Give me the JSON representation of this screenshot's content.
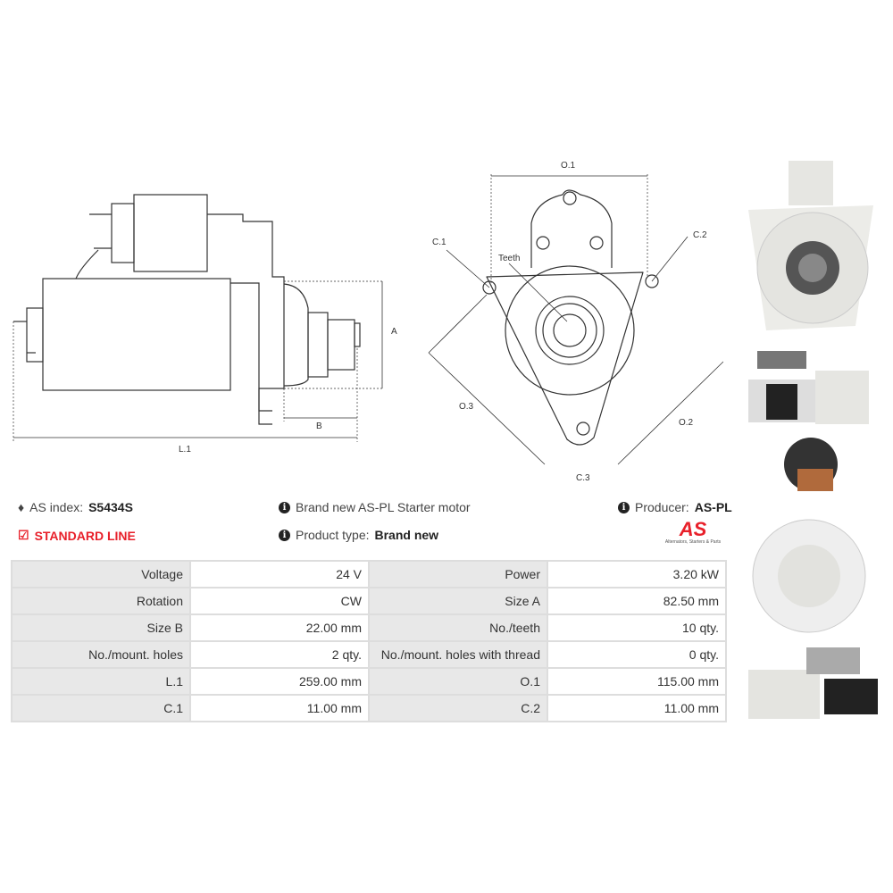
{
  "diagram_labels": {
    "o1": "O.1",
    "c1": "C.1",
    "c2": "C.2",
    "teeth": "Teeth",
    "a": "A",
    "b": "B",
    "l1": "L.1",
    "o3": "O.3",
    "o2": "O.2",
    "c3": "C.3"
  },
  "info": {
    "as_index_label": "AS index:",
    "as_index_value": "S5434S",
    "line": "STANDARD LINE",
    "description": "Brand new AS-PL Starter motor",
    "product_type_label": "Product type:",
    "product_type_value": "Brand new",
    "producer_label": "Producer:",
    "producer_value": "AS-PL",
    "logo_text": "AS",
    "logo_tagline": "Alternators, Starters & Parts"
  },
  "colors": {
    "accent": "#e8202a"
  },
  "specs": [
    {
      "k1": "Voltage",
      "v1": "24 V",
      "k2": "Power",
      "v2": "3.20 kW"
    },
    {
      "k1": "Rotation",
      "v1": "CW",
      "k2": "Size A",
      "v2": "82.50 mm"
    },
    {
      "k1": "Size B",
      "v1": "22.00 mm",
      "k2": "No./teeth",
      "v2": "10 qty."
    },
    {
      "k1": "No./mount. holes",
      "v1": "2 qty.",
      "k2": "No./mount. holes with thread",
      "v2": "0 qty."
    },
    {
      "k1": "L.1",
      "v1": "259.00 mm",
      "k2": "O.1",
      "v2": "115.00 mm"
    },
    {
      "k1": "C.1",
      "v1": "11.00 mm",
      "k2": "C.2",
      "v2": "11.00 mm"
    }
  ]
}
